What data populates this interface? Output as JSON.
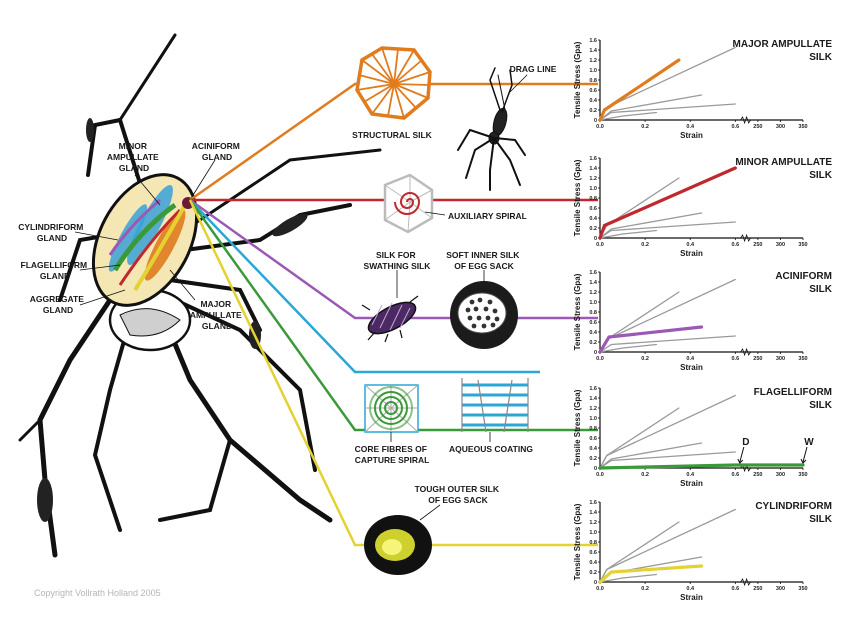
{
  "colors": {
    "major": "#e07b1e",
    "minor": "#c0282d",
    "aciniform": "#9b59b6",
    "flagelliform": "#3a9a3a",
    "cylindriform": "#e3d232",
    "aqueous": "#2aa7d6",
    "grey": "#9a9a9a"
  },
  "gland_labels": {
    "minor_ampullate": [
      "MINOR",
      "AMPULLATE",
      "GLAND"
    ],
    "aciniform": [
      "ACINIFORM",
      "GLAND"
    ],
    "cylindriform": [
      "CYLINDRIFORM",
      "GLAND"
    ],
    "flagelliform": [
      "FLAGELLIFORM",
      "GLAND"
    ],
    "aggregate": [
      "AGGREGATE",
      "GLAND"
    ],
    "major_ampullate": [
      "MAJOR",
      "AMPULLATE",
      "GLAND"
    ]
  },
  "silk_labels": {
    "structural": "STRUCTURAL SILK",
    "drag_line": "DRAG LINE",
    "auxiliary_spiral": "AUXILIARY SPIRAL",
    "swathing": [
      "SILK FOR",
      "SWATHING SILK"
    ],
    "soft_inner": [
      "SOFT INNER SILK",
      "OF EGG SACK"
    ],
    "core_fibres": [
      "CORE FIBRES OF",
      "CAPTURE SPIRAL"
    ],
    "aqueous_coating": "AQUEOUS COATING",
    "tough_outer": [
      "TOUGH OUTER SILK",
      "OF EGG SACK"
    ]
  },
  "copyright": "Copyright Vollrath Holland 2005",
  "chart_data": [
    {
      "type": "line",
      "title": [
        "MAJOR AMPULLATE",
        "SILK"
      ],
      "xlabel": "Strain",
      "ylabel": "Tensile Stress (Gpa)",
      "yticks": [
        "0",
        "0.2",
        "0.4",
        "0.6",
        "0.8",
        "1.0",
        "1.2",
        "1.4",
        "1.6"
      ],
      "xticks": [
        "0.0",
        "0.2",
        "0.4",
        "0.6",
        "250",
        "300",
        "350"
      ],
      "highlight": "major",
      "series": [
        {
          "values": [
            [
              0,
              0
            ],
            [
              0.02,
              0.2
            ],
            [
              0.35,
              1.2
            ]
          ],
          "highlight": true
        },
        {
          "values": [
            [
              0,
              0
            ],
            [
              0.03,
              0.25
            ],
            [
              0.6,
              1.45
            ]
          ]
        },
        {
          "values": [
            [
              0,
              0
            ],
            [
              0.05,
              0.18
            ],
            [
              0.45,
              0.5
            ]
          ]
        },
        {
          "values": [
            [
              0,
              0
            ],
            [
              0.05,
              0.15
            ],
            [
              0.6,
              0.32
            ]
          ]
        },
        {
          "values": [
            [
              0,
              0
            ],
            [
              0.1,
              0.08
            ],
            [
              0.25,
              0.15
            ]
          ]
        }
      ]
    },
    {
      "type": "line",
      "title": [
        "MINOR AMPULLATE",
        "SILK"
      ],
      "xlabel": "Strain",
      "ylabel": "Tensile Stress (Gpa)",
      "yticks": [
        "0",
        "0.2",
        "0.4",
        "0.6",
        "0.8",
        "1.0",
        "1.2",
        "1.4",
        "1.6"
      ],
      "xticks": [
        "0.0",
        "0.2",
        "0.4",
        "0.6",
        "250",
        "300",
        "350"
      ],
      "highlight": "minor",
      "series": [
        {
          "values": [
            [
              0,
              0
            ],
            [
              0.02,
              0.25
            ],
            [
              0.6,
              1.4
            ]
          ],
          "highlight": true
        },
        {
          "values": [
            [
              0,
              0
            ],
            [
              0.03,
              0.25
            ],
            [
              0.35,
              1.2
            ]
          ]
        },
        {
          "values": [
            [
              0,
              0
            ],
            [
              0.05,
              0.18
            ],
            [
              0.45,
              0.5
            ]
          ]
        },
        {
          "values": [
            [
              0,
              0
            ],
            [
              0.05,
              0.15
            ],
            [
              0.6,
              0.32
            ]
          ]
        },
        {
          "values": [
            [
              0,
              0
            ],
            [
              0.1,
              0.08
            ],
            [
              0.25,
              0.15
            ]
          ]
        }
      ]
    },
    {
      "type": "line",
      "title": [
        "ACINIFORM",
        "SILK"
      ],
      "xlabel": "Strain",
      "ylabel": "Tensile Stress (Gpa)",
      "yticks": [
        "0",
        "0.2",
        "0.4",
        "0.6",
        "0.8",
        "1.0",
        "1.2",
        "1.4",
        "1.6"
      ],
      "xticks": [
        "0.0",
        "0.2",
        "0.4",
        "0.6",
        "250",
        "300",
        "350"
      ],
      "highlight": "aciniform",
      "series": [
        {
          "values": [
            [
              0,
              0
            ],
            [
              0.04,
              0.3
            ],
            [
              0.45,
              0.5
            ]
          ],
          "highlight": true
        },
        {
          "values": [
            [
              0,
              0
            ],
            [
              0.03,
              0.25
            ],
            [
              0.35,
              1.2
            ]
          ]
        },
        {
          "values": [
            [
              0,
              0
            ],
            [
              0.03,
              0.25
            ],
            [
              0.6,
              1.45
            ]
          ]
        },
        {
          "values": [
            [
              0,
              0
            ],
            [
              0.05,
              0.15
            ],
            [
              0.6,
              0.32
            ]
          ]
        },
        {
          "values": [
            [
              0,
              0
            ],
            [
              0.1,
              0.08
            ],
            [
              0.25,
              0.15
            ]
          ]
        }
      ]
    },
    {
      "type": "line",
      "title": [
        "FLAGELLIFORM",
        "SILK"
      ],
      "xlabel": "Strain",
      "ylabel": "Tensile Stress (Gpa)",
      "yticks": [
        "0",
        "0.2",
        "0.4",
        "0.6",
        "0.8",
        "1.0",
        "1.2",
        "1.4",
        "1.6"
      ],
      "xticks": [
        "0.0",
        "0.2",
        "0.4",
        "0.6",
        "250",
        "300",
        "350"
      ],
      "highlight": "flagelliform",
      "annotations": [
        "D",
        "W"
      ],
      "series": [
        {
          "values": [
            [
              0,
              0
            ],
            [
              0.6,
              0.06
            ],
            [
              0.9,
              0.06
            ]
          ],
          "highlight": true
        },
        {
          "values": [
            [
              0,
              0
            ],
            [
              0.03,
              0.25
            ],
            [
              0.35,
              1.2
            ]
          ]
        },
        {
          "values": [
            [
              0,
              0
            ],
            [
              0.03,
              0.25
            ],
            [
              0.6,
              1.45
            ]
          ]
        },
        {
          "values": [
            [
              0,
              0
            ],
            [
              0.05,
              0.18
            ],
            [
              0.45,
              0.5
            ]
          ]
        },
        {
          "values": [
            [
              0,
              0
            ],
            [
              0.05,
              0.15
            ],
            [
              0.6,
              0.32
            ]
          ]
        }
      ]
    },
    {
      "type": "line",
      "title": [
        "CYLINDRIFORM",
        "SILK"
      ],
      "xlabel": "Strain",
      "ylabel": "Tensile Stress (Gpa)",
      "yticks": [
        "0",
        "0.2",
        "0.4",
        "0.6",
        "0.8",
        "1.0",
        "1.2",
        "1.4",
        "1.6"
      ],
      "xticks": [
        "0.0",
        "0.2",
        "0.4",
        "0.6",
        "250",
        "300",
        "350"
      ],
      "highlight": "cylindriform",
      "series": [
        {
          "values": [
            [
              0,
              0
            ],
            [
              0.05,
              0.2
            ],
            [
              0.45,
              0.32
            ]
          ],
          "highlight": true
        },
        {
          "values": [
            [
              0,
              0
            ],
            [
              0.03,
              0.25
            ],
            [
              0.35,
              1.2
            ]
          ]
        },
        {
          "values": [
            [
              0,
              0
            ],
            [
              0.03,
              0.25
            ],
            [
              0.6,
              1.45
            ]
          ]
        },
        {
          "values": [
            [
              0,
              0
            ],
            [
              0.05,
              0.18
            ],
            [
              0.45,
              0.5
            ]
          ]
        },
        {
          "values": [
            [
              0,
              0
            ],
            [
              0.1,
              0.08
            ],
            [
              0.25,
              0.15
            ]
          ]
        }
      ]
    }
  ]
}
